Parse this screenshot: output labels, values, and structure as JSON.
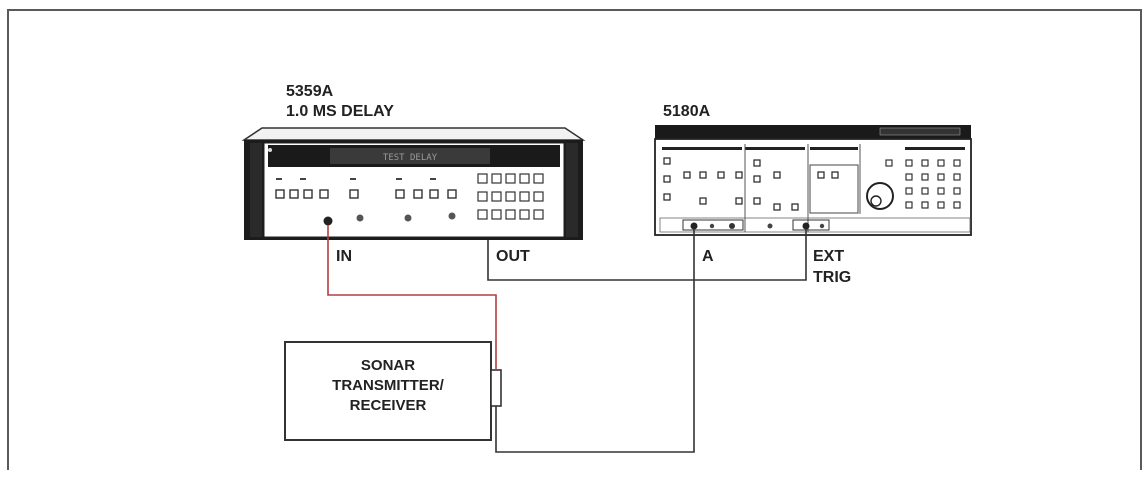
{
  "delay_generator": {
    "model": "5359A",
    "setting": "1.0 MS DELAY",
    "display_text": "TEST DELAY",
    "port_in": "IN",
    "port_out": "OUT"
  },
  "analyzer": {
    "model": "5180A",
    "port_a": "A",
    "port_ext_trig_line1": "EXT",
    "port_ext_trig_line2": "TRIG"
  },
  "sonar": {
    "line1": "SONAR",
    "line2": "TRANSMITTER/",
    "line3": "RECEIVER"
  },
  "colors": {
    "frame": "#555555",
    "wire": "#333333",
    "wire_red": "#b04040"
  }
}
